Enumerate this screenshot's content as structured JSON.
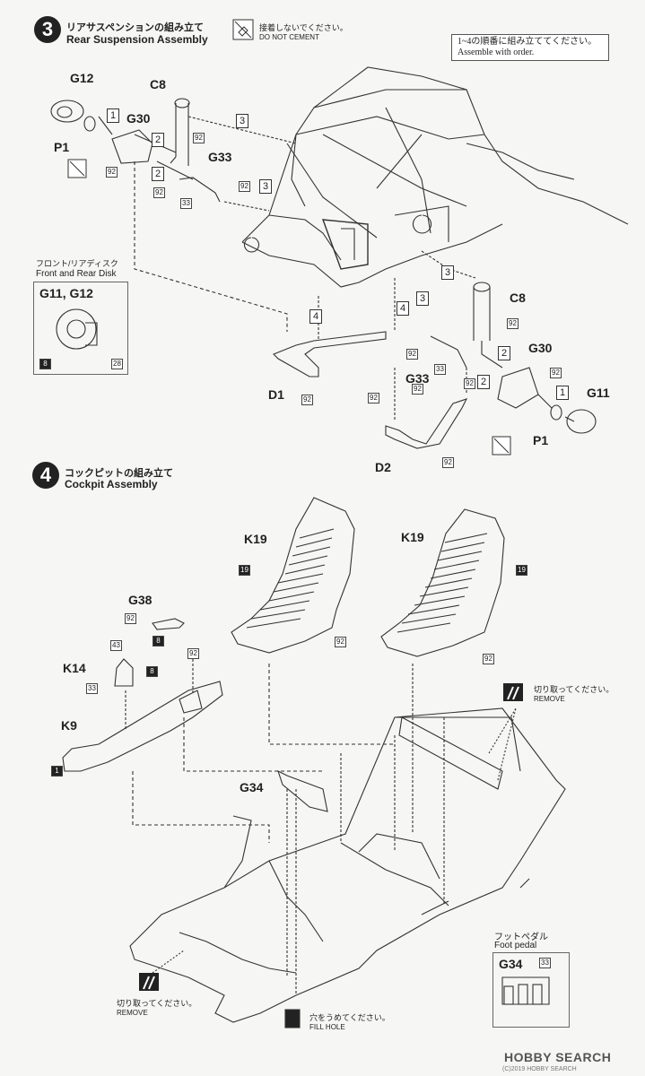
{
  "step3": {
    "number": "3",
    "title_jp": "リアサスペンションの組み立て",
    "title_en": "Rear Suspension Assembly",
    "do_not_cement_jp": "接着しないでください。",
    "do_not_cement_en": "DO NOT CEMENT",
    "order_jp": "1~4の順番に組み立ててください。",
    "order_en": "Assemble with order.",
    "inset_jp": "フロント/リアディスク",
    "inset_en": "Front and Rear Disk",
    "inset_parts": "G11, G12",
    "labels": {
      "g12": "G12",
      "c8_left": "C8",
      "g30_left": "G30",
      "p1_left": "P1",
      "g33_left": "G33",
      "c8_right": "C8",
      "g30_right": "G30",
      "g11": "G11",
      "p1_right": "P1",
      "g33_right": "G33",
      "d1": "D1",
      "d2": "D2"
    },
    "order_marks": [
      "1",
      "2",
      "2",
      "3",
      "3",
      "3",
      "4",
      "4",
      "3",
      "2",
      "2",
      "1"
    ],
    "color_marks": [
      "92",
      "92",
      "92",
      "92",
      "33",
      "92",
      "92",
      "92",
      "92",
      "33",
      "92",
      "92",
      "92",
      "92",
      "8",
      "28"
    ]
  },
  "step4": {
    "number": "4",
    "title_jp": "コックピットの組み立て",
    "title_en": "Cockpit Assembly",
    "labels": {
      "k19_left": "K19",
      "k19_right": "K19",
      "g38": "G38",
      "k14": "K14",
      "k9": "K9",
      "g34": "G34"
    },
    "color_marks": [
      "19",
      "92",
      "19",
      "92",
      "92",
      "8",
      "43",
      "8",
      "33",
      "92",
      "1"
    ],
    "remove_right_jp": "切り取ってください。",
    "remove_right_en": "REMOVE",
    "remove_left_jp": "切り取ってください。",
    "remove_left_en": "REMOVE",
    "fill_hole_jp": "穴をうめてください。",
    "fill_hole_en": "FILL HOLE",
    "foot_pedal_jp": "フットペダル",
    "foot_pedal_en": "Foot pedal",
    "foot_pedal_part": "G34",
    "foot_pedal_color": "33"
  },
  "footer": {
    "brand": "HOBBY SEARCH",
    "copyright": "(C)2019 HOBBY SEARCH"
  }
}
